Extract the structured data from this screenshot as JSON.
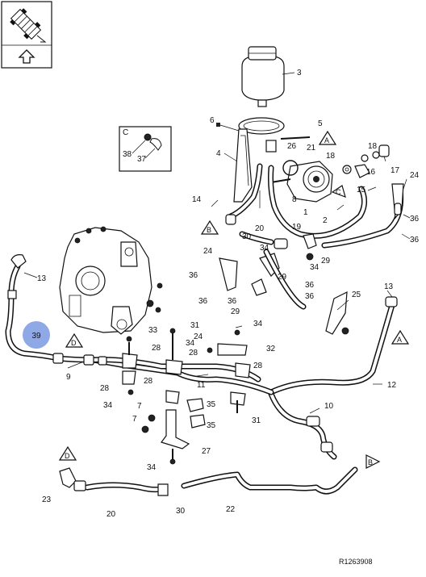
{
  "reference": "R1263908",
  "inset": {
    "letter": "C",
    "callouts": [
      "38",
      "37"
    ]
  },
  "highlight": {
    "number": "39",
    "color": "#8fa8e6"
  },
  "callouts": [
    {
      "id": "c3",
      "text": "3"
    },
    {
      "id": "c5",
      "text": "5"
    },
    {
      "id": "c6",
      "text": "6"
    },
    {
      "id": "c4",
      "text": "4"
    },
    {
      "id": "c21",
      "text": "21"
    },
    {
      "id": "c26",
      "text": "26"
    },
    {
      "id": "c18a",
      "text": "18"
    },
    {
      "id": "c18b",
      "text": "18"
    },
    {
      "id": "c16",
      "text": "16"
    },
    {
      "id": "c17",
      "text": "17"
    },
    {
      "id": "c15",
      "text": "15"
    },
    {
      "id": "c24a",
      "text": "24"
    },
    {
      "id": "c8",
      "text": "8"
    },
    {
      "id": "c1",
      "text": "1"
    },
    {
      "id": "c14",
      "text": "14"
    },
    {
      "id": "c2",
      "text": "2"
    },
    {
      "id": "c36a",
      "text": "36"
    },
    {
      "id": "c36b",
      "text": "36"
    },
    {
      "id": "c20a",
      "text": "20"
    },
    {
      "id": "c19",
      "text": "19"
    },
    {
      "id": "c30a",
      "text": "30"
    },
    {
      "id": "c34a",
      "text": "34"
    },
    {
      "id": "c34b",
      "text": "34"
    },
    {
      "id": "c29a",
      "text": "29"
    },
    {
      "id": "c13a",
      "text": "13"
    },
    {
      "id": "c24b",
      "text": "24"
    },
    {
      "id": "c29b",
      "text": "29"
    },
    {
      "id": "c36c",
      "text": "36"
    },
    {
      "id": "c36d",
      "text": "36"
    },
    {
      "id": "c36e",
      "text": "36"
    },
    {
      "id": "c36f",
      "text": "36"
    },
    {
      "id": "c29c",
      "text": "29"
    },
    {
      "id": "c36g",
      "text": "36"
    },
    {
      "id": "c25",
      "text": "25"
    },
    {
      "id": "c13b",
      "text": "13"
    },
    {
      "id": "c33",
      "text": "33"
    },
    {
      "id": "c31a",
      "text": "31"
    },
    {
      "id": "c34c",
      "text": "34"
    },
    {
      "id": "c24c",
      "text": "24"
    },
    {
      "id": "c32",
      "text": "32"
    },
    {
      "id": "c34d",
      "text": "34"
    },
    {
      "id": "c28a",
      "text": "28"
    },
    {
      "id": "c28b",
      "text": "28"
    },
    {
      "id": "c9",
      "text": "9"
    },
    {
      "id": "c28c",
      "text": "28"
    },
    {
      "id": "c34e",
      "text": "34"
    },
    {
      "id": "c11",
      "text": "11"
    },
    {
      "id": "c28d",
      "text": "28"
    },
    {
      "id": "c12",
      "text": "12"
    },
    {
      "id": "c28e",
      "text": "28"
    },
    {
      "id": "c7a",
      "text": "7"
    },
    {
      "id": "c35a",
      "text": "35"
    },
    {
      "id": "c7b",
      "text": "7"
    },
    {
      "id": "c35b",
      "text": "35"
    },
    {
      "id": "c10",
      "text": "10"
    },
    {
      "id": "c31b",
      "text": "31"
    },
    {
      "id": "c27",
      "text": "27"
    },
    {
      "id": "c34f",
      "text": "34"
    },
    {
      "id": "c23",
      "text": "23"
    },
    {
      "id": "c20b",
      "text": "20"
    },
    {
      "id": "c30b",
      "text": "30"
    },
    {
      "id": "c22",
      "text": "22"
    }
  ],
  "view_markers": [
    {
      "id": "mA1",
      "letter": "A"
    },
    {
      "id": "mC1",
      "letter": "C"
    },
    {
      "id": "mB1",
      "letter": "B"
    },
    {
      "id": "mD1",
      "letter": "D"
    },
    {
      "id": "mA2",
      "letter": "A"
    },
    {
      "id": "mD2",
      "letter": "D"
    },
    {
      "id": "mB2",
      "letter": "B"
    }
  ]
}
